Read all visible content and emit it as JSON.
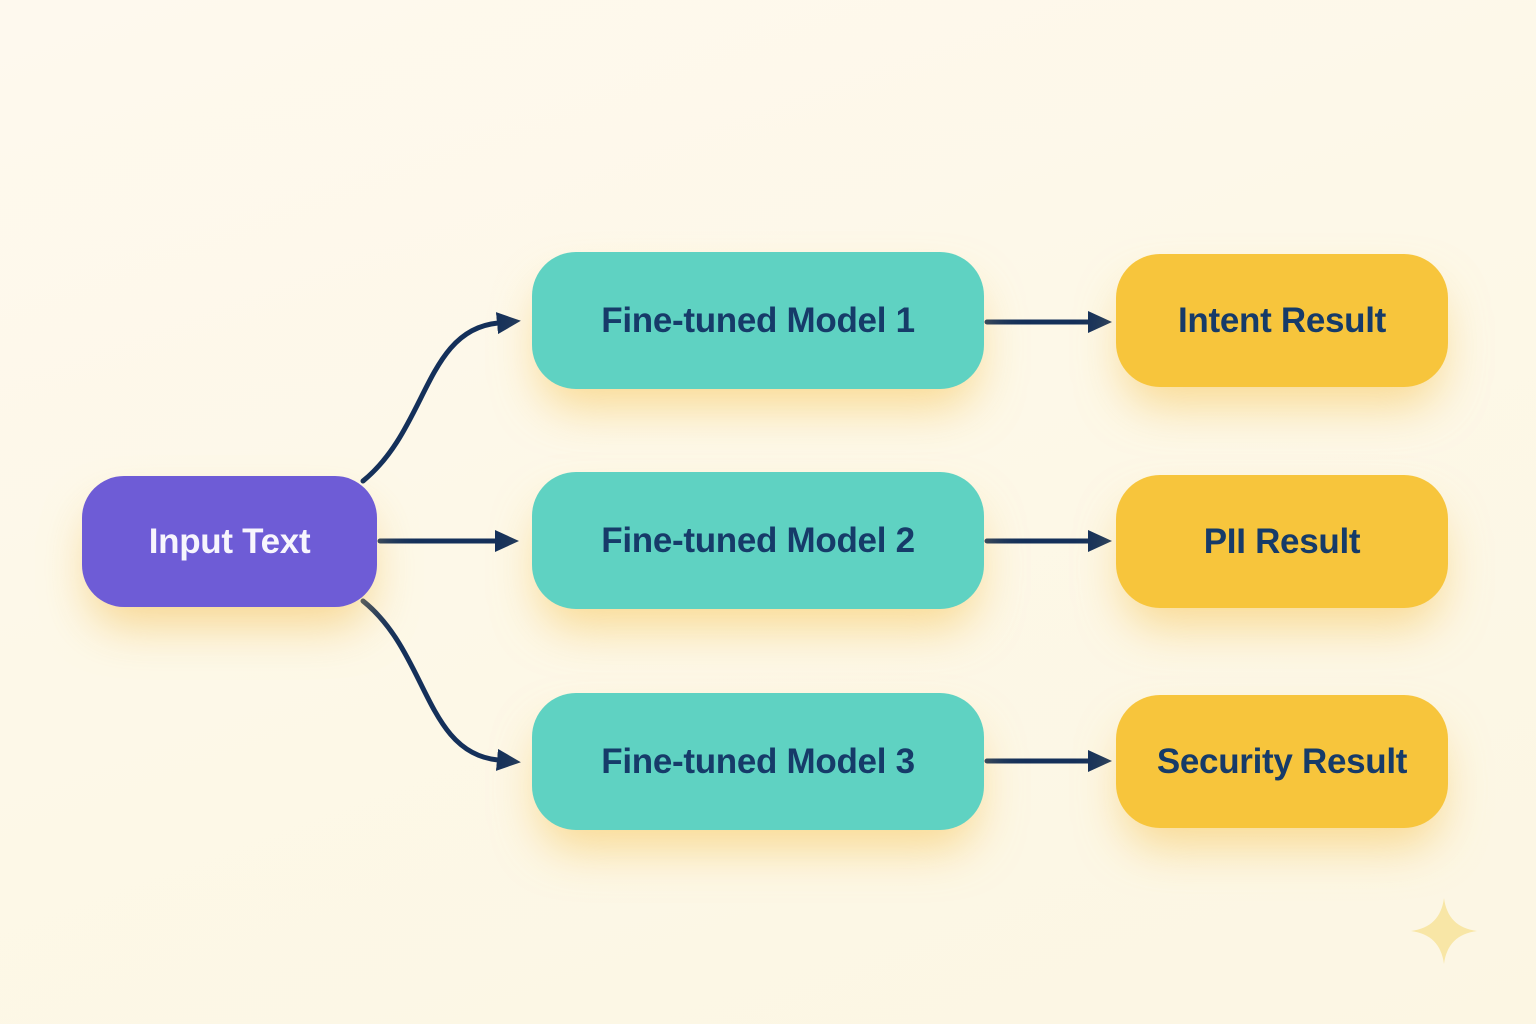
{
  "diagram": {
    "title": "fine-tuned model fan-out flow",
    "background_color": "#FDF8E9",
    "arrow_color": "#14305A",
    "nodes": {
      "input": {
        "label": "Input Text",
        "bg": "#6E5CD6",
        "text_color": "#F7F5FD"
      },
      "model1": {
        "label": "Fine-tuned Model 1",
        "bg": "#5FD2C2",
        "text_color": "#163B69"
      },
      "model2": {
        "label": "Fine-tuned Model 2",
        "bg": "#5FD2C2",
        "text_color": "#163B69"
      },
      "model3": {
        "label": "Fine-tuned Model 3",
        "bg": "#5FD2C2",
        "text_color": "#163B69"
      },
      "result1": {
        "label": "Intent Result",
        "bg": "#F7C53C",
        "text_color": "#163B69"
      },
      "result2": {
        "label": "PII Result",
        "bg": "#F7C53C",
        "text_color": "#163B69"
      },
      "result3": {
        "label": "Security Result",
        "bg": "#F7C53C",
        "text_color": "#163B69"
      }
    },
    "edges": [
      {
        "from": "input",
        "to": "model1"
      },
      {
        "from": "input",
        "to": "model2"
      },
      {
        "from": "input",
        "to": "model3"
      },
      {
        "from": "model1",
        "to": "result1"
      },
      {
        "from": "model2",
        "to": "result2"
      },
      {
        "from": "model3",
        "to": "result3"
      }
    ],
    "decor": {
      "sparkle_icon_color": "#F8E6A6"
    }
  }
}
